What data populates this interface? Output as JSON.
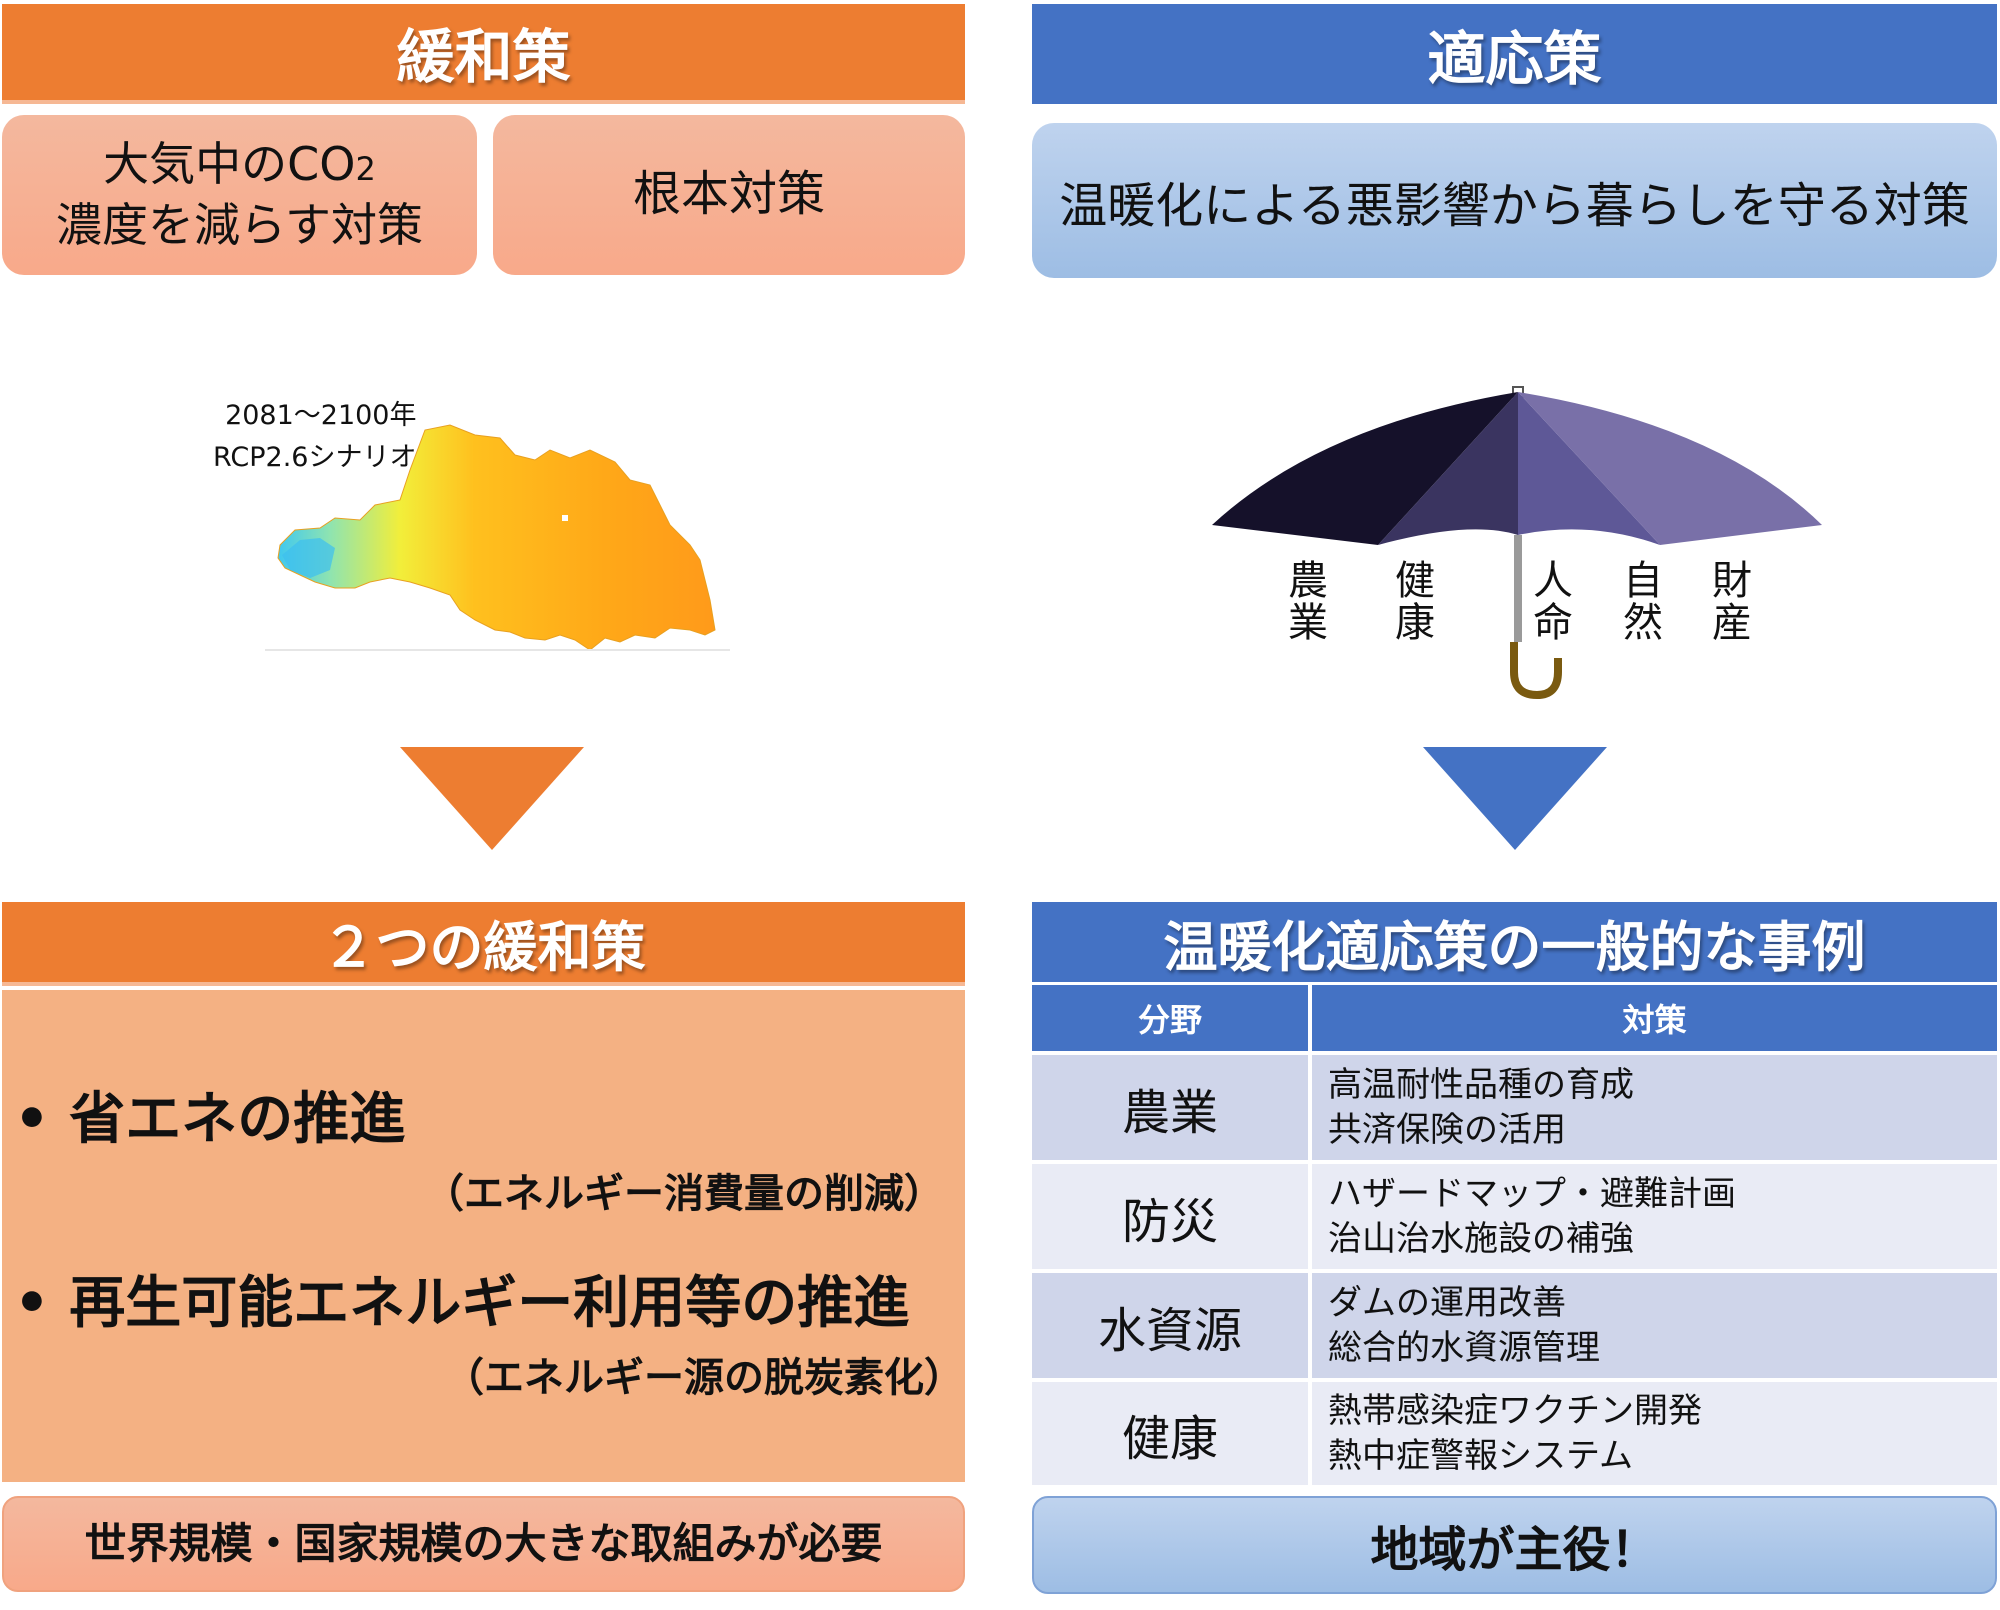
{
  "mitigation": {
    "title": "緩和策",
    "box1_line1": "大気中のCO",
    "box1_sub": "2",
    "box1_line2": "濃度を減らす対策",
    "box2": "根本対策",
    "map_caption_line1": "2081～2100年",
    "map_caption_line2": "RCP2.6シナリオ",
    "section_title": "２つの緩和策",
    "bullets": [
      {
        "main": "省エネの推進",
        "sub": "（エネルギー消費量の削減）"
      },
      {
        "main": "再生可能エネルギー利用等の推進",
        "sub": "（エネルギー源の脱炭素化）"
      }
    ],
    "footer": "世界規模・国家規模の大きな取組みが必要",
    "accent_color": "#ED7D31"
  },
  "adaptation": {
    "title": "適応策",
    "box": "温暖化による悪影響から暮らしを守る対策",
    "umbrella_labels": [
      {
        "top": "農",
        "bottom": "業"
      },
      {
        "top": "健",
        "bottom": "康"
      },
      {
        "top": "人",
        "bottom": "命"
      },
      {
        "top": "自",
        "bottom": "然"
      },
      {
        "top": "財",
        "bottom": "産"
      }
    ],
    "section_title": "温暖化適応策の一般的な事例",
    "table": {
      "headers": [
        "分野",
        "対策"
      ],
      "rows": [
        {
          "field": "農業",
          "measures": [
            "高温耐性品種の育成",
            "共済保険の活用"
          ]
        },
        {
          "field": "防災",
          "measures": [
            "ハザードマップ・避難計画",
            "治山治水施設の補強"
          ]
        },
        {
          "field": "水資源",
          "measures": [
            "ダムの運用改善",
            "総合的水資源管理"
          ]
        },
        {
          "field": "健康",
          "measures": [
            "熱帯感染症ワクチン開発",
            "熱中症警報システム"
          ]
        }
      ]
    },
    "footer": "地域が主役！",
    "accent_color": "#4472C4"
  }
}
